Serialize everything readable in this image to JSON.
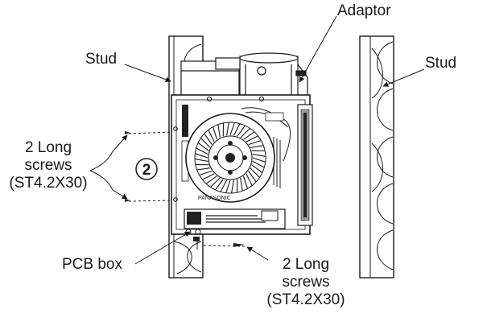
{
  "labels": {
    "adaptor": "Adaptor",
    "stud_left": "Stud",
    "stud_right": "Stud",
    "screws_left_line1": "2 Long",
    "screws_left_line2": "screws",
    "screws_left_line3": "(ST4.2X30)",
    "step_number": "2",
    "pcb_box": "PCB box",
    "screws_bottom_line1": "2 Long",
    "screws_bottom_line2": "screws",
    "screws_bottom_line3": "(ST4.2X30)",
    "fan_brand_mark": "PANASONIC"
  },
  "colors": {
    "line": "#1a1a1a",
    "stud_fill": "#ffffff",
    "unit_fill": "#ffffff",
    "dark_part": "#222222",
    "grey_part": "#9a9a9a"
  }
}
